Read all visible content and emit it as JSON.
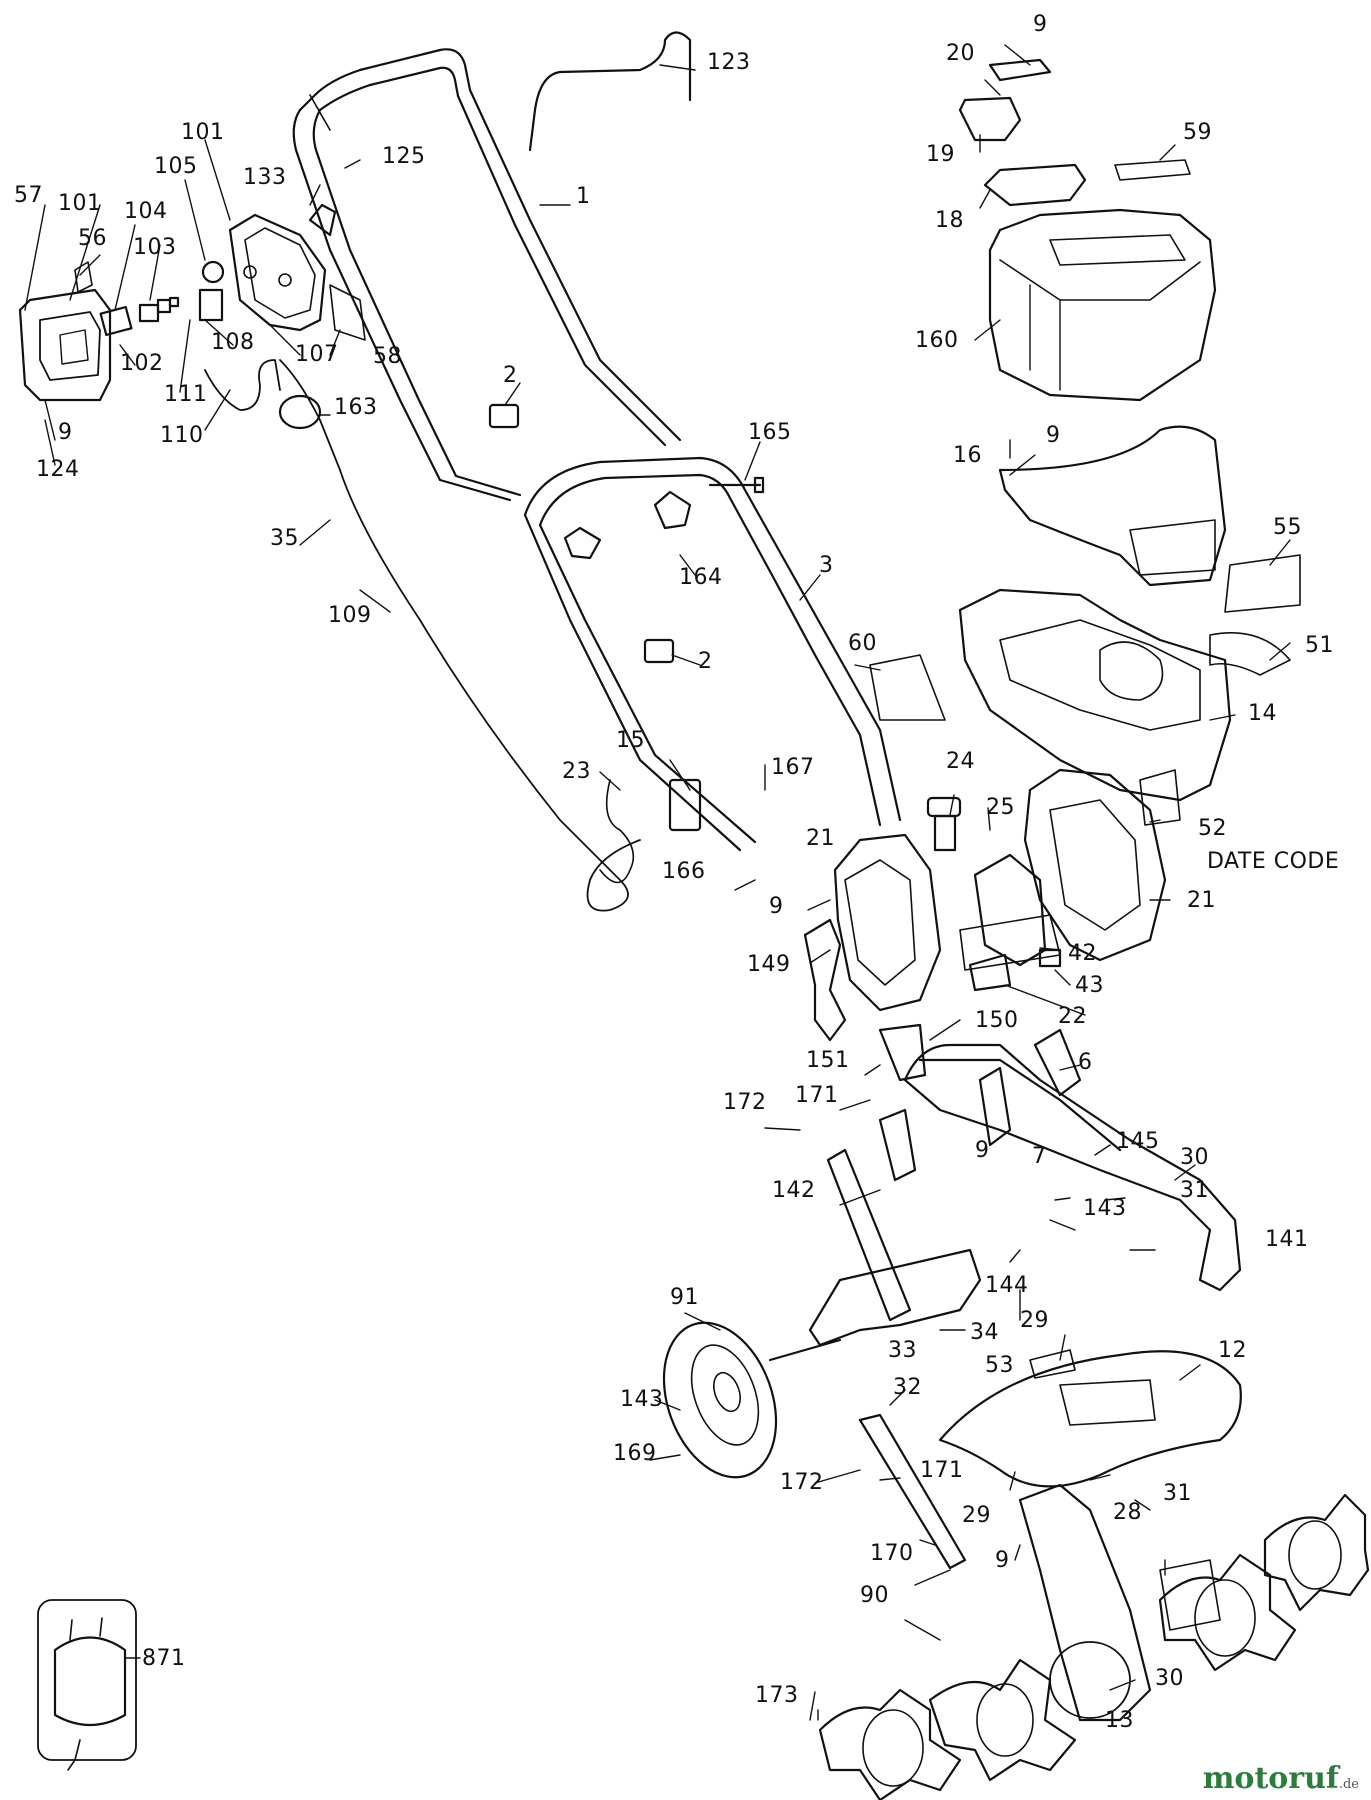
{
  "diagram": {
    "part_labels": [
      "9",
      "20",
      "123",
      "59",
      "19",
      "18",
      "160",
      "125",
      "1",
      "101",
      "133",
      "105",
      "57",
      "101",
      "104",
      "56",
      "103",
      "107",
      "108",
      "58",
      "102",
      "111",
      "2",
      "163",
      "110",
      "9",
      "124",
      "165",
      "9",
      "16",
      "55",
      "35",
      "164",
      "3",
      "109",
      "2",
      "60",
      "51",
      "14",
      "15",
      "23",
      "167",
      "24",
      "25",
      "52",
      "21",
      "DATE CODE",
      "166",
      "9",
      "21",
      "42",
      "43",
      "149",
      "22",
      "150",
      "151",
      "6",
      "172",
      "171",
      "145",
      "30",
      "9",
      "7",
      "31",
      "142",
      "143",
      "141",
      "144",
      "91",
      "29",
      "34",
      "33",
      "12",
      "53",
      "143",
      "32",
      "169",
      "171",
      "172",
      "29",
      "28",
      "31",
      "170",
      "9",
      "90",
      "871",
      "30",
      "173",
      "13"
    ],
    "watermark": {
      "brand": "motoruf",
      "suffix": ".de"
    }
  }
}
